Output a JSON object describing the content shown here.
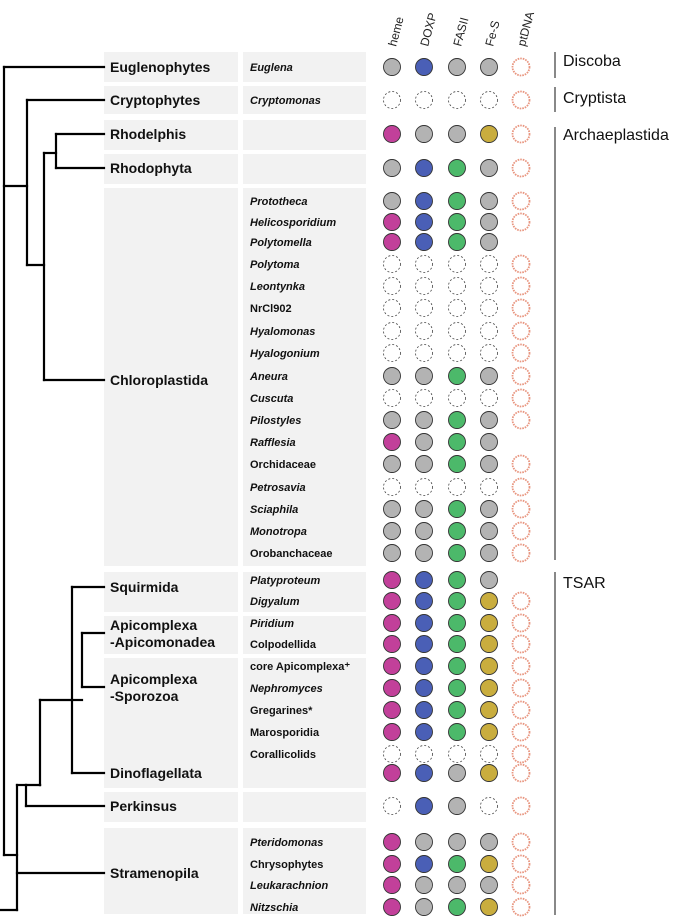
{
  "columns": [
    "heme",
    "DOXP",
    "FASII",
    "Fe-S",
    "ptDNA"
  ],
  "colors": {
    "heme": "#c2409a",
    "DOXP": "#4a5fb6",
    "FASII": "#4cb96a",
    "FeS_yellow": "#c9ad3e",
    "gray": "#b3b3b3",
    "ptDNA": "#e89680",
    "absent_stroke": "#444444",
    "panel": "#f2f2f2",
    "tree": "#000000"
  },
  "legend": {
    "codes": {
      "M": "present (heme)",
      "B": "present (DOXP)",
      "G": "present (FASII)",
      "Y": "present (Fe-S)",
      "S": "present",
      "X": "absent",
      "P": "plastid genome present",
      "-": "not shown"
    }
  },
  "groups": [
    {
      "name": "Euglenophytes",
      "first": 0,
      "last": 0
    },
    {
      "name": "Cryptophytes",
      "first": 1,
      "last": 1
    },
    {
      "name": "Rhodelphis",
      "first": 2,
      "last": 2
    },
    {
      "name": "Rhodophyta",
      "first": 3,
      "last": 3
    },
    {
      "name": "Chloroplastida",
      "first": 4,
      "last": 21
    },
    {
      "name": "Squirmida",
      "first": 22,
      "last": 23
    },
    {
      "name": "Apicomplexa\n-Apicomonadea",
      "first": 24,
      "last": 25
    },
    {
      "name": "Apicomplexa\n-Sporozoa",
      "first": 26,
      "last": 30
    },
    {
      "name": "Dinoflagellata",
      "first": 31,
      "last": 31
    },
    {
      "name": "Perkinsus",
      "first": 32,
      "last": 32
    },
    {
      "name": "Stramenopila",
      "first": 33,
      "last": 36
    }
  ],
  "rows": [
    {
      "taxon": "Euglena",
      "italic": true,
      "states": [
        "S",
        "B",
        "S",
        "S",
        "P"
      ]
    },
    {
      "taxon": "Cryptomonas",
      "italic": true,
      "states": [
        "X",
        "X",
        "X",
        "X",
        "P"
      ]
    },
    {
      "taxon": "",
      "italic": false,
      "states": [
        "M",
        "S",
        "S",
        "Y",
        "P"
      ]
    },
    {
      "taxon": "",
      "italic": false,
      "states": [
        "S",
        "B",
        "G",
        "S",
        "P"
      ]
    },
    {
      "taxon": "Prototheca",
      "italic": true,
      "states": [
        "S",
        "B",
        "G",
        "S",
        "P"
      ]
    },
    {
      "taxon": "Helicosporidium",
      "italic": true,
      "states": [
        "M",
        "B",
        "G",
        "S",
        "P"
      ]
    },
    {
      "taxon": "Polytomella",
      "italic": true,
      "states": [
        "M",
        "B",
        "G",
        "S",
        "-"
      ]
    },
    {
      "taxon": "Polytoma",
      "italic": true,
      "states": [
        "X",
        "X",
        "X",
        "X",
        "P"
      ]
    },
    {
      "taxon": "Leontynka",
      "italic": true,
      "states": [
        "X",
        "X",
        "X",
        "X",
        "P"
      ]
    },
    {
      "taxon": "NrCl902",
      "italic": false,
      "states": [
        "X",
        "X",
        "X",
        "X",
        "P"
      ]
    },
    {
      "taxon": "Hyalomonas",
      "italic": true,
      "states": [
        "X",
        "X",
        "X",
        "X",
        "P"
      ]
    },
    {
      "taxon": "Hyalogonium",
      "italic": true,
      "states": [
        "X",
        "X",
        "X",
        "X",
        "P"
      ]
    },
    {
      "taxon": "Aneura",
      "italic": true,
      "states": [
        "S",
        "S",
        "G",
        "S",
        "P"
      ]
    },
    {
      "taxon": "Cuscuta",
      "italic": true,
      "states": [
        "X",
        "X",
        "X",
        "X",
        "P"
      ]
    },
    {
      "taxon": "Pilostyles",
      "italic": true,
      "states": [
        "S",
        "S",
        "G",
        "S",
        "P"
      ]
    },
    {
      "taxon": "Rafflesia",
      "italic": true,
      "states": [
        "M",
        "S",
        "G",
        "S",
        "-"
      ]
    },
    {
      "taxon": "Orchidaceae",
      "italic": false,
      "states": [
        "S",
        "S",
        "G",
        "S",
        "P"
      ]
    },
    {
      "taxon": "Petrosavia",
      "italic": true,
      "states": [
        "X",
        "X",
        "X",
        "X",
        "P"
      ]
    },
    {
      "taxon": "Sciaphila",
      "italic": true,
      "states": [
        "S",
        "S",
        "G",
        "S",
        "P"
      ]
    },
    {
      "taxon": "Monotropa",
      "italic": true,
      "states": [
        "S",
        "S",
        "G",
        "S",
        "P"
      ]
    },
    {
      "taxon": "Orobanchaceae",
      "italic": false,
      "states": [
        "S",
        "S",
        "G",
        "S",
        "P"
      ]
    },
    {
      "taxon": "",
      "italic": false,
      "states": [
        "-",
        "-",
        "-",
        "-",
        "-"
      ]
    },
    {
      "taxon": "Platyproteum",
      "italic": true,
      "states": [
        "M",
        "B",
        "G",
        "S",
        "-"
      ]
    },
    {
      "taxon": "Digyalum",
      "italic": true,
      "states": [
        "M",
        "B",
        "G",
        "Y",
        "P"
      ]
    },
    {
      "taxon": "Piridium",
      "italic": true,
      "states": [
        "M",
        "B",
        "G",
        "Y",
        "P"
      ]
    },
    {
      "taxon": "Colpodellida",
      "italic": false,
      "states": [
        "M",
        "B",
        "G",
        "Y",
        "P"
      ]
    },
    {
      "taxon": "core Apicomplexa⁺",
      "italic": false,
      "states": [
        "M",
        "B",
        "G",
        "Y",
        "P"
      ]
    },
    {
      "taxon": "Nephromyces",
      "italic": true,
      "states": [
        "M",
        "B",
        "G",
        "Y",
        "P"
      ]
    },
    {
      "taxon": "Gregarines*",
      "italic": false,
      "states": [
        "M",
        "B",
        "G",
        "Y",
        "P"
      ]
    },
    {
      "taxon": "Marosporidia",
      "italic": false,
      "states": [
        "M",
        "B",
        "G",
        "Y",
        "P"
      ]
    },
    {
      "taxon": "Corallicolids",
      "italic": false,
      "states": [
        "X",
        "X",
        "X",
        "X",
        "P"
      ]
    },
    {
      "taxon": "",
      "italic": false,
      "states": [
        "M",
        "B",
        "S",
        "Y",
        "P"
      ]
    },
    {
      "taxon": "",
      "italic": false,
      "states": [
        "X",
        "B",
        "S",
        "X",
        "P"
      ]
    },
    {
      "taxon": "Pteridomonas",
      "italic": true,
      "states": [
        "M",
        "S",
        "S",
        "S",
        "P"
      ]
    },
    {
      "taxon": "Chrysophytes",
      "italic": false,
      "states": [
        "M",
        "B",
        "G",
        "Y",
        "P"
      ]
    },
    {
      "taxon": "Leukarachnion",
      "italic": true,
      "states": [
        "M",
        "S",
        "S",
        "S",
        "P"
      ]
    },
    {
      "taxon": "Nitzschia",
      "italic": true,
      "states": [
        "M",
        "S",
        "G",
        "Y",
        "P"
      ]
    }
  ],
  "clades": [
    {
      "name": "Discoba",
      "first": 0,
      "last": 0
    },
    {
      "name": "Cryptista",
      "first": 1,
      "last": 1
    },
    {
      "name": "Archaeplastida",
      "first": 2,
      "last": 20
    },
    {
      "name": "TSAR",
      "first": 22,
      "last": 36
    }
  ]
}
